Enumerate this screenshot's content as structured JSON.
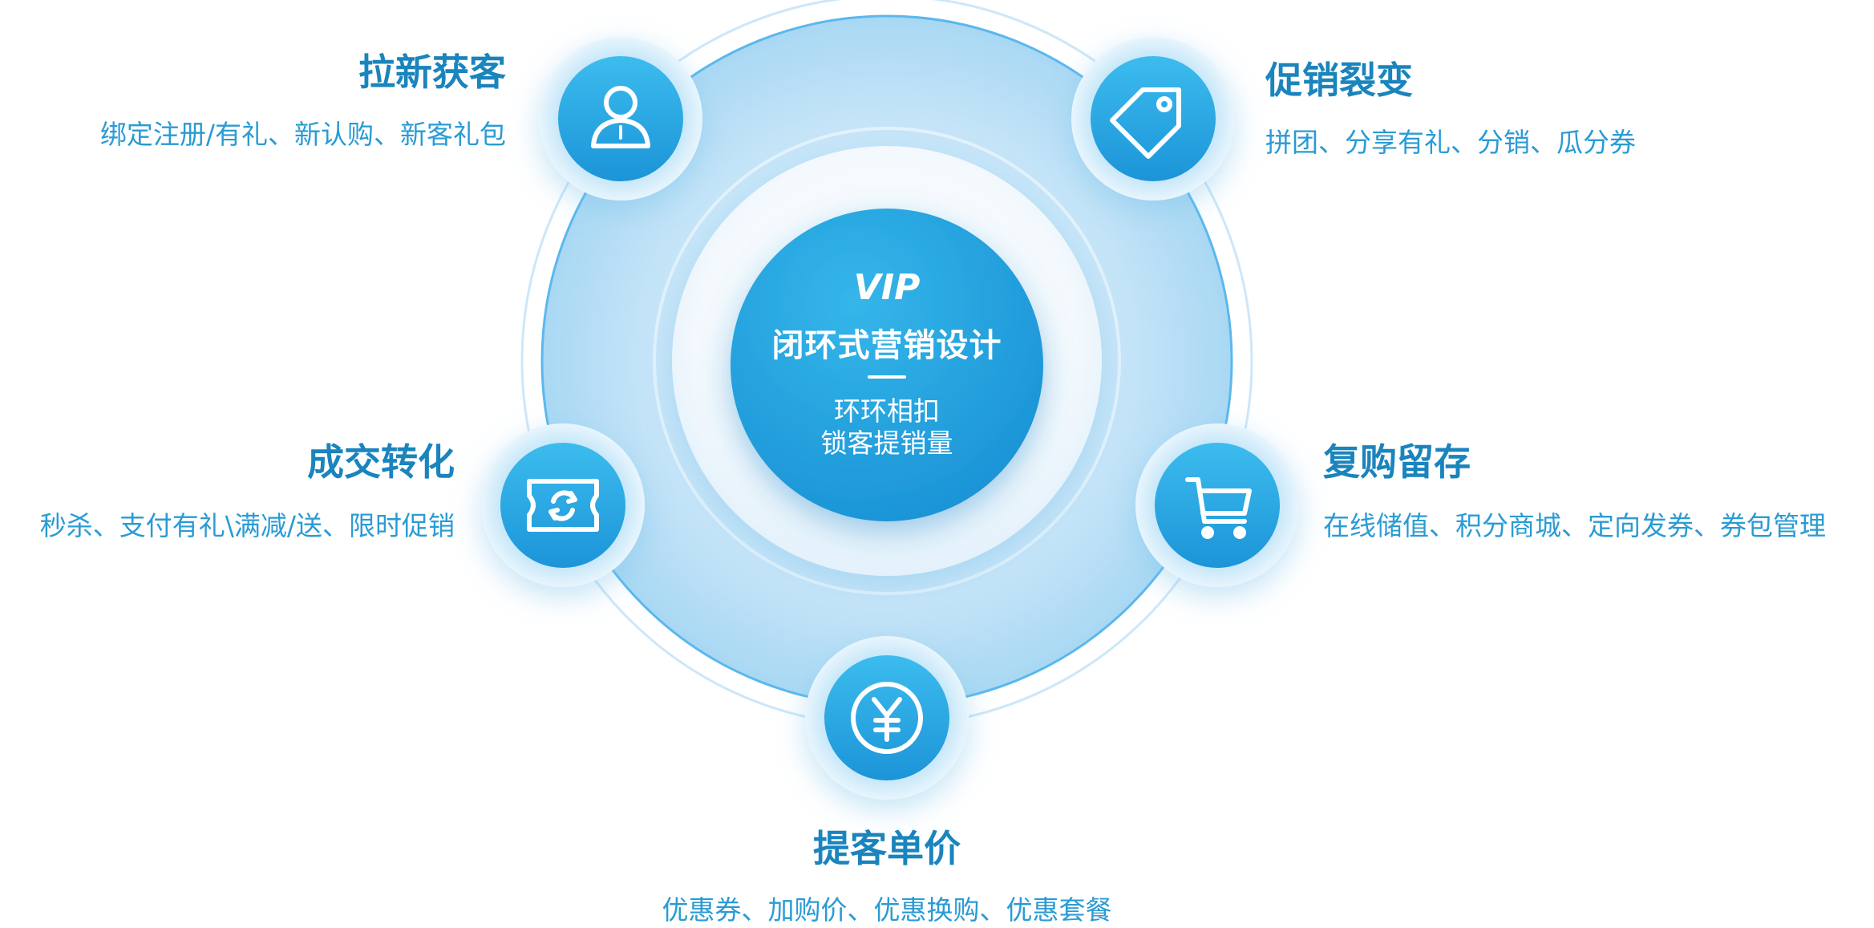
{
  "center": {
    "logo_text": "VIP",
    "title": "闭环式营销设计",
    "subtitle_line1": "环环相扣",
    "subtitle_line2": "锁客提销量"
  },
  "nodes": [
    {
      "key": "acquire",
      "icon": "user-icon",
      "title": "拉新获客",
      "desc": "绑定注册/有礼、新认购、新客礼包"
    },
    {
      "key": "promote",
      "icon": "tag-icon",
      "title": "促销裂变",
      "desc": "拼团、分享有礼、分销、瓜分券"
    },
    {
      "key": "convert",
      "icon": "ticket-refresh-icon",
      "title": "成交转化",
      "desc": "秒杀、支付有礼\\满减/送、限时促销"
    },
    {
      "key": "retain",
      "icon": "cart-icon",
      "title": "复购留存",
      "desc": "在线储值、积分商城、定向发券、券包管理"
    },
    {
      "key": "price",
      "icon": "yuan-icon",
      "title": "提客单价",
      "desc": "优惠券、加购价、优惠换购、优惠套餐"
    }
  ],
  "colors": {
    "accent": "#1a9fe0",
    "title_text": "#1a84bd",
    "desc_text": "#2a9bd4",
    "ring_light": "#d6ecfa"
  }
}
